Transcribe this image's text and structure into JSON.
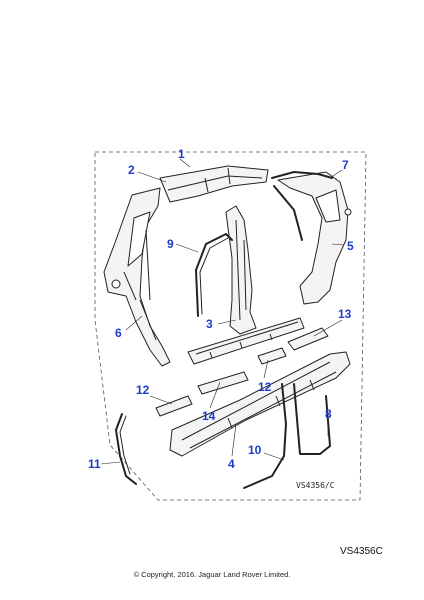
{
  "callouts": {
    "c1": "1",
    "c2": "2",
    "c3": "3",
    "c4": "4",
    "c5": "5",
    "c6": "6",
    "c7": "7",
    "c8": "8",
    "c9": "9",
    "c10": "10",
    "c11": "11",
    "c12a": "12",
    "c12b": "12",
    "c13": "13",
    "c14": "14"
  },
  "diagram_code_inner": "VS4356/C",
  "diagram_code": "VS4356C",
  "copyright": "© Copyright, 2016. Jaguar Land Rover Limited.",
  "colors": {
    "callout": "#1f3cc8",
    "line": "#222222",
    "panel_fill": "#f4f4f4"
  }
}
